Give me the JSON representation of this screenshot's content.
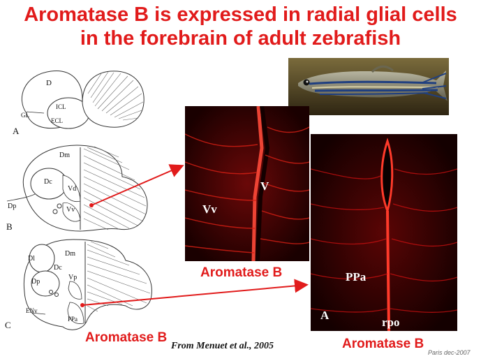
{
  "title": {
    "line1": "Aromatase B is expressed in radial glial cells",
    "line2": "in the forebrain of adult zebrafish"
  },
  "diagrams": {
    "A": {
      "letter": "A",
      "labels": [
        "D",
        "ICL",
        "GL",
        "ECL"
      ]
    },
    "B": {
      "letter": "B",
      "labels": [
        "Dm",
        "Dc",
        "Vd",
        "Vv",
        "Dp"
      ]
    },
    "C": {
      "letter": "C",
      "labels": [
        "Dl",
        "Dm",
        "Dc",
        "Dp",
        "Vp",
        "ENv",
        "PPa"
      ]
    }
  },
  "micrograph1": {
    "labels": {
      "v": "V",
      "vv": "Vv"
    },
    "caption": "Aromatase B"
  },
  "micrograph2": {
    "labels": {
      "ppa": "PPa",
      "a": "A",
      "rpo": "rpo"
    },
    "caption": "Aromatase B"
  },
  "diagram_caption": "Aromatase B",
  "citation": "From Menuet et al., 2005",
  "watermark": "Paris dec-2007",
  "colors": {
    "title": "#e11b1b",
    "arrow": "#e11b1b",
    "fluorescence": "#c81010"
  }
}
